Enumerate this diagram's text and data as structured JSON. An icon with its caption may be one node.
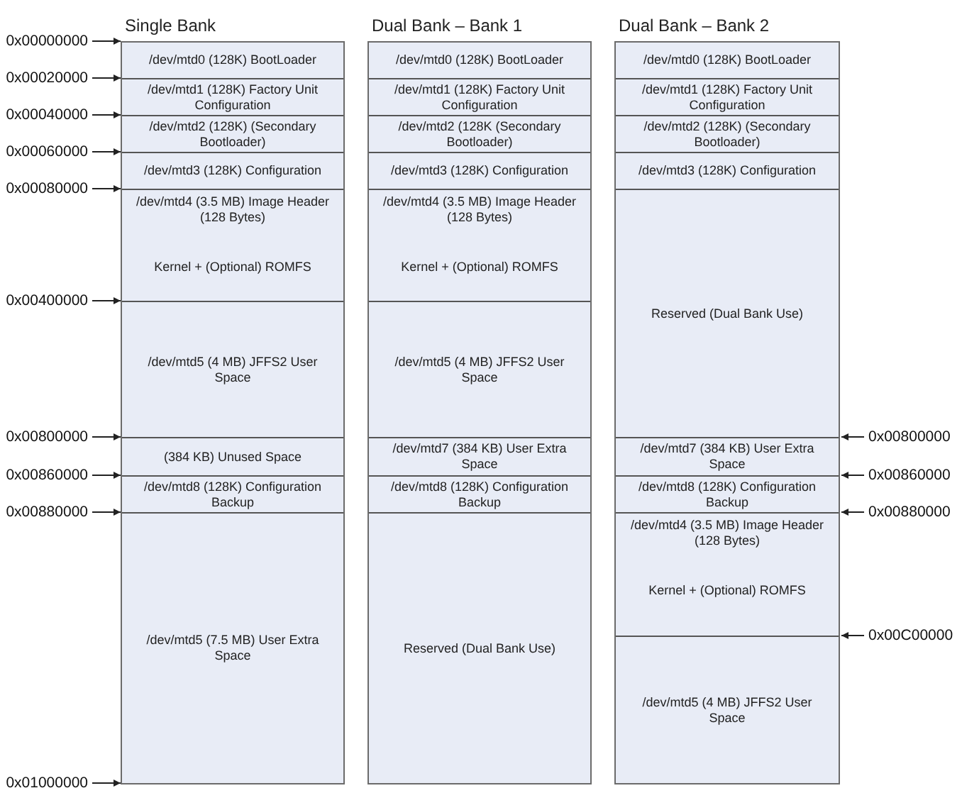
{
  "diagram": {
    "nodes": [
      {
        "text": [
          "Single Bank"
        ]
      },
      {
        "text": [
          "/dev/mtd0 (128K) BootLoader"
        ],
        "in": 0
      },
      {
        "text": [
          "/dev/mtd1 (128K) Factory Unit Configuration"
        ],
        "in": 0
      },
      {
        "text": [
          "/dev/mtd2 (128K) (Secondary Bootloader)"
        ],
        "in": 0
      },
      {
        "text": [
          "/dev/mtd3 (128K) Configuration"
        ],
        "in": 0
      },
      {
        "text": [
          "/dev/mtd4 (3.5 MB) Image Header (128 Bytes)",
          "Kernel + (Optional) ROMFS"
        ],
        "in": 0
      },
      {
        "text": [
          "/dev/mtd5 (4 MB) JFFS2 User Space"
        ],
        "in": 0
      },
      {
        "text": [
          "(384 KB) Unused Space"
        ],
        "in": 0
      },
      {
        "text": [
          "/dev/mtd8 (128K) Configuration Backup"
        ],
        "in": 0
      },
      {
        "text": [
          "/dev/mtd5 (7.5 MB) User Extra Space"
        ],
        "in": 0
      },
      {
        "text": [
          "Dual Bank – Bank 1"
        ]
      },
      {
        "text": [
          "/dev/mtd0 (128K) BootLoader"
        ],
        "in": 10
      },
      {
        "text": [
          "/dev/mtd1 (128K) Factory Unit Configuration"
        ],
        "in": 10
      },
      {
        "text": [
          "/dev/mtd2 (128K (Secondary Bootloader)"
        ],
        "in": 10
      },
      {
        "text": [
          "/dev/mtd3 (128K) Configuration"
        ],
        "in": 10
      },
      {
        "text": [
          "/dev/mtd4 (3.5 MB) Image Header (128 Bytes)",
          "Kernel + (Optional) ROMFS"
        ],
        "in": 10
      },
      {
        "text": [
          "/dev/mtd5 (4 MB) JFFS2 User Space"
        ],
        "in": 10
      },
      {
        "text": [
          "/dev/mtd7 (384 KB) User Extra Space"
        ],
        "in": 10
      },
      {
        "text": [
          "/dev/mtd8 (128K) Configuration Backup"
        ],
        "in": 10
      },
      {
        "text": [
          "Reserved (Dual Bank Use)"
        ],
        "in": 10
      },
      {
        "text": [
          "Dual Bank – Bank 2"
        ]
      },
      {
        "text": [
          "/dev/mtd0 (128K) BootLoader"
        ],
        "in": 20
      },
      {
        "text": [
          "/dev/mtd1 (128K) Factory Unit Configuration"
        ],
        "in": 20
      },
      {
        "text": [
          "/dev/mtd2 (128K) (Secondary Bootloader)"
        ],
        "in": 20
      },
      {
        "text": [
          "/dev/mtd3 (128K) Configuration"
        ],
        "in": 20
      },
      {
        "text": [
          "Reserved (Dual Bank Use)"
        ],
        "in": 20
      },
      {
        "text": [
          "/dev/mtd7 (384 KB) User Extra Space"
        ],
        "in": 20
      },
      {
        "text": [
          "/dev/mtd8 (128K) Configuration Backup"
        ],
        "in": 20
      },
      {
        "text": [
          "/dev/mtd4 (3.5 MB) Image Header (128 Bytes)",
          "Kernel + (Optional) ROMFS"
        ],
        "in": 20
      },
      {
        "text": [
          "/dev/mtd5 (4 MB) JFFS2 User Space"
        ],
        "in": 20
      },
      {
        "text": [
          "0x00000000"
        ]
      },
      {
        "text": [
          "0x00020000"
        ]
      },
      {
        "text": [
          "0x00040000"
        ]
      },
      {
        "text": [
          "0x00060000"
        ]
      },
      {
        "text": [
          "0x00080000"
        ]
      },
      {
        "text": [
          "0x00400000"
        ]
      },
      {
        "text": [
          "0x00800000"
        ]
      },
      {
        "text": [
          "0x00860000"
        ]
      },
      {
        "text": [
          "0x00880000"
        ]
      },
      {
        "text": [
          "0x01000000"
        ]
      },
      {
        "text": [
          "0x00800000"
        ]
      },
      {
        "text": [
          "0x00860000"
        ]
      },
      {
        "text": [
          "0x00880000"
        ]
      },
      {
        "text": [
          "0x00C00000"
        ]
      }
    ],
    "edges": [
      {
        "from": 30,
        "to": null,
        "arrow": "to"
      },
      {
        "from": 31,
        "to": null,
        "arrow": "to"
      },
      {
        "from": 32,
        "to": null,
        "arrow": "to"
      },
      {
        "from": 33,
        "to": null,
        "arrow": "to"
      },
      {
        "from": 34,
        "to": null,
        "arrow": "to"
      },
      {
        "from": 35,
        "to": null,
        "arrow": "to"
      },
      {
        "from": 36,
        "to": null,
        "arrow": "to"
      },
      {
        "from": 37,
        "to": null,
        "arrow": "to"
      },
      {
        "from": 38,
        "to": null,
        "arrow": "to"
      },
      {
        "from": 39,
        "to": null,
        "arrow": "to"
      },
      {
        "from": 40,
        "to": null,
        "arrow": "to"
      },
      {
        "from": 41,
        "to": null,
        "arrow": "to"
      },
      {
        "from": 42,
        "to": null,
        "arrow": "to"
      },
      {
        "from": 43,
        "to": null,
        "arrow": "to"
      }
    ]
  }
}
